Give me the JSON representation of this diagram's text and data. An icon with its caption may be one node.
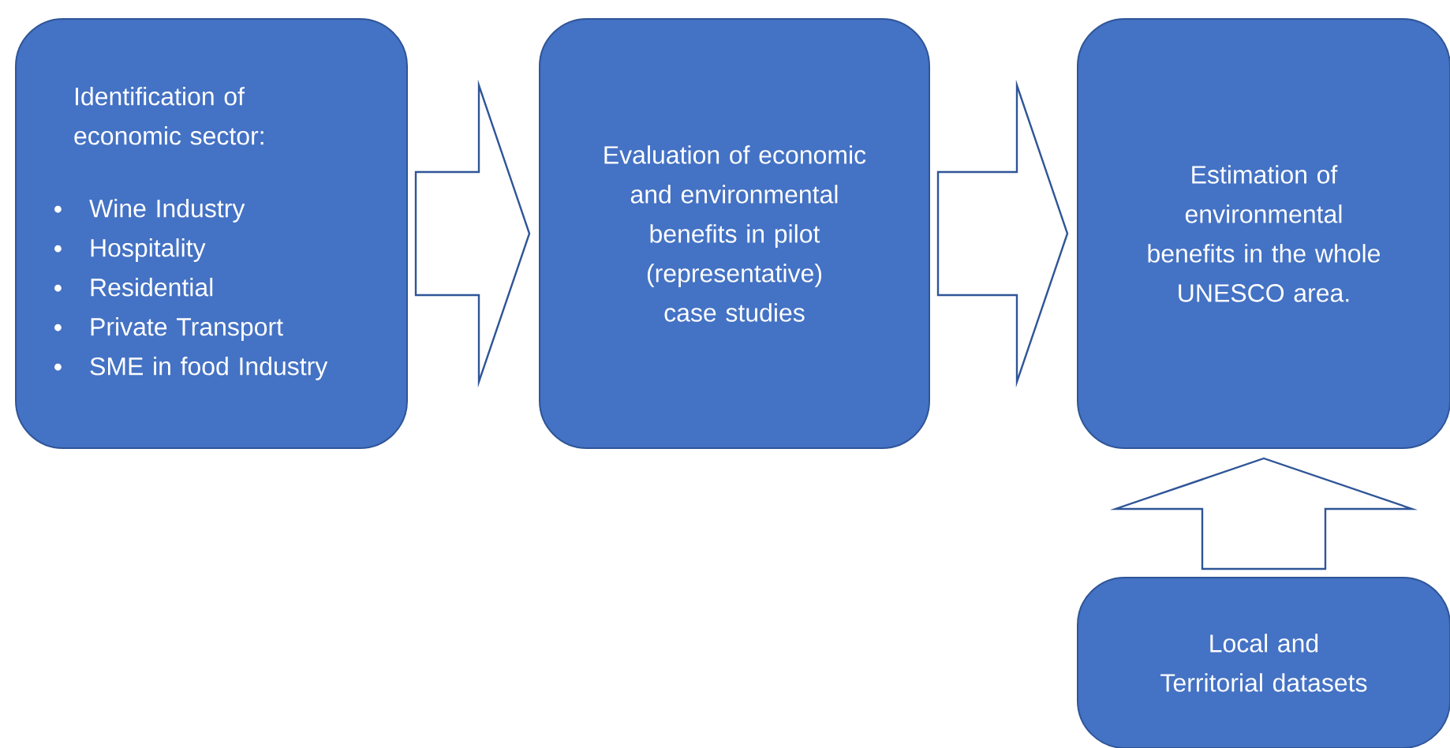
{
  "diagram": {
    "nodes": [
      {
        "text": [
          "Identification of economic sector:",
          "Wine Industry",
          "Hospitality",
          "Residential",
          "Private Transport",
          "SME in food Industry"
        ]
      },
      {
        "text": [
          "Evaluation of economic and environmental benefits in pilot (representative) case studies"
        ]
      },
      {
        "text": [
          "Estimation of environmental benefits in the whole UNESCO area."
        ]
      },
      {
        "text": [
          "Local and Territorial datasets"
        ]
      }
    ],
    "edges": [
      {
        "from": 0,
        "to": 1,
        "arrow": "to"
      },
      {
        "from": 1,
        "to": 2,
        "arrow": "to"
      },
      {
        "from": 3,
        "to": 2,
        "arrow": "to"
      }
    ]
  }
}
